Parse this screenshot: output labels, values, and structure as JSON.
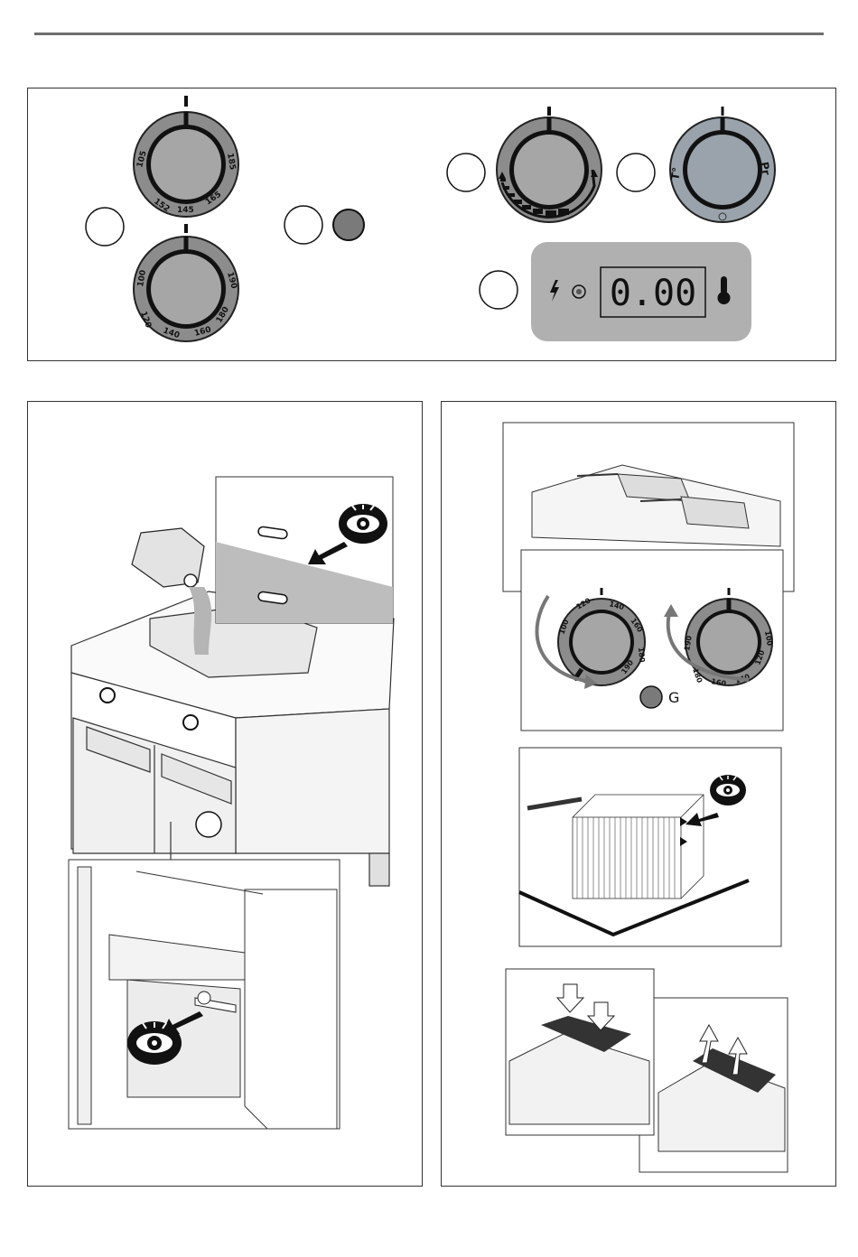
{
  "header": {
    "rule": "top-divider"
  },
  "controls": {
    "dial_top_scale": [
      "105",
      "152",
      "145",
      "165",
      "185"
    ],
    "dial_bottom_scale": [
      "100",
      "120",
      "140",
      "160",
      "180",
      "190"
    ],
    "selector_labels": {
      "temp": "T°",
      "program": "Pr"
    },
    "display_value": "0.00",
    "colors": {
      "knob": "#a3a3a3",
      "display_bg": "#b0b0b0",
      "knob_blue": "#9aa3ab"
    }
  },
  "right_panel": {
    "dial_left_scale": [
      "100",
      "120",
      "140",
      "160",
      "180",
      "190"
    ],
    "dial_right_scale": [
      "190",
      "180",
      "160",
      "140",
      "120",
      "100"
    ],
    "indicator_label": "G"
  }
}
